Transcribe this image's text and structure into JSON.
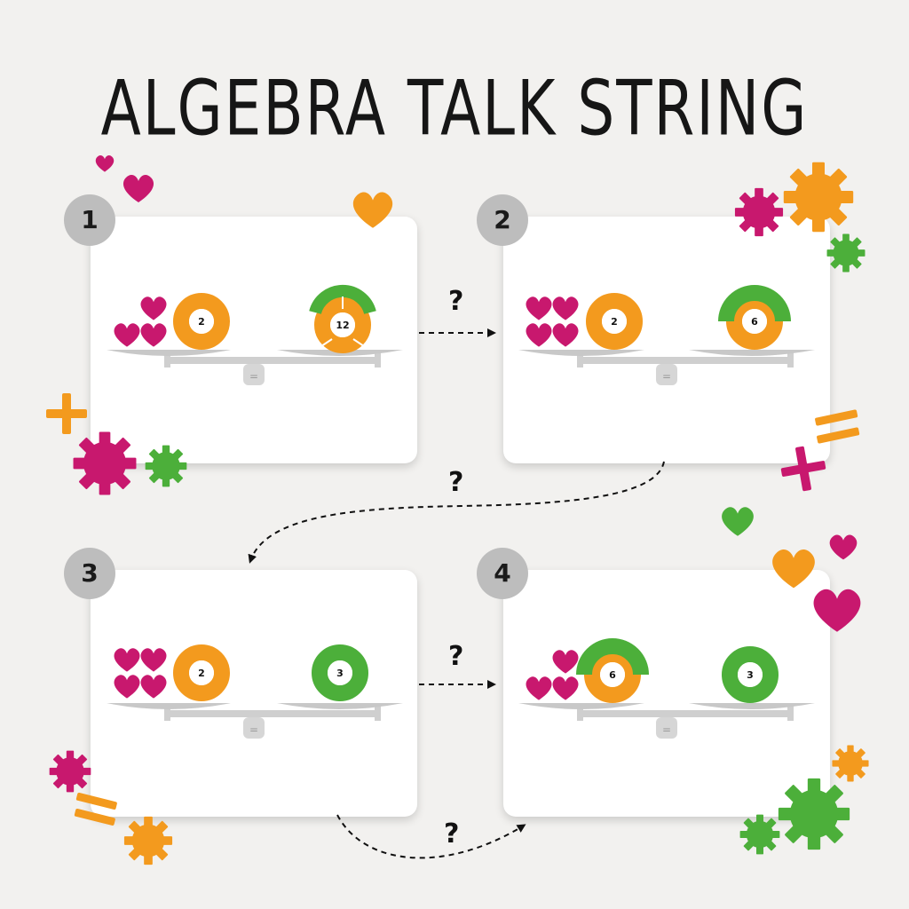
{
  "title": "ALGEBRA TALK STRING",
  "steps": [
    {
      "number": "1",
      "left_hearts": 3,
      "left_ring": "2",
      "right_ring": "12",
      "right_ring_style": "green-top-orange-bottom-split-3"
    },
    {
      "number": "2",
      "left_hearts": 4,
      "left_ring": "2",
      "right_ring": "6",
      "right_ring_style": "green-top-orange-bottom"
    },
    {
      "number": "3",
      "left_hearts": 4,
      "left_ring": "2",
      "right_ring": "3",
      "right_ring_style": "green"
    },
    {
      "number": "4",
      "left_hearts": 3,
      "left_ring": "6",
      "left_ring_style": "green-top-orange-bottom",
      "right_ring": "3",
      "right_ring_style": "green"
    }
  ],
  "connectors": [
    "?",
    "?",
    "?",
    "?"
  ],
  "balance_symbol": "=",
  "colors": {
    "magenta": "#c8186e",
    "orange": "#f39a1e",
    "green": "#4caf3a",
    "badge": "#bdbdbd",
    "scale": "#c8c8c8"
  },
  "decorations": [
    "heart-icon",
    "gear-icon",
    "plus-sign",
    "equals-sign"
  ]
}
